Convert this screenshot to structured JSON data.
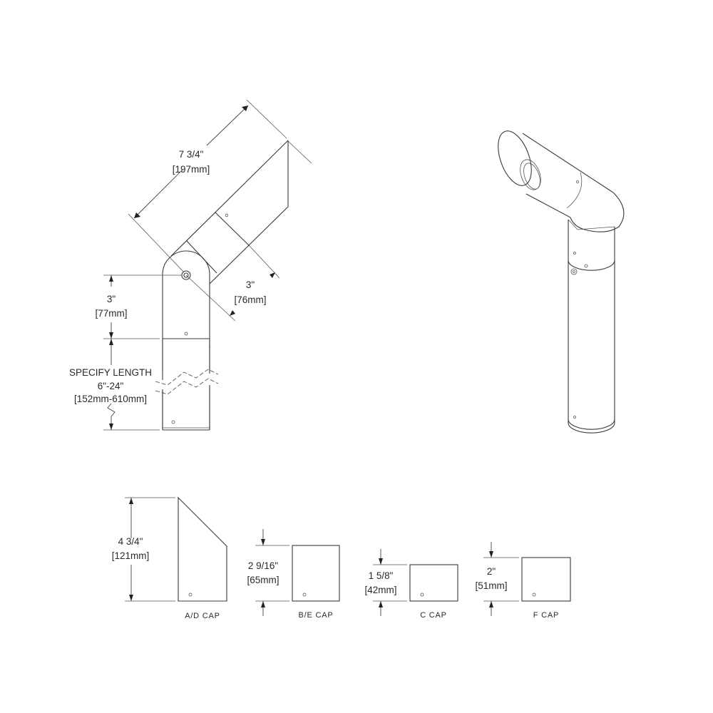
{
  "drawing": {
    "side_view": {
      "overall_length": {
        "imperial": "7 3/4\"",
        "metric": "[197mm]"
      },
      "shroud_diameter": {
        "imperial": "3\"",
        "metric": "[76mm]"
      },
      "pivot_height": {
        "imperial": "3\"",
        "metric": "[77mm]"
      },
      "stem_length": {
        "label": "SPECIFY LENGTH",
        "imperial": "6\"-24\"",
        "metric": "[152mm-610mm]"
      }
    },
    "isometric_view": {
      "description": "3D isometric view of bullet-style directional fixture on post"
    },
    "caps": [
      {
        "name": "A/D CAP",
        "imperial": "4 3/4\"",
        "metric": "[121mm]"
      },
      {
        "name": "B/E CAP",
        "imperial": "2 9/16\"",
        "metric": "[65mm]"
      },
      {
        "name": "C CAP",
        "imperial": "1 5/8\"",
        "metric": "[42mm]"
      },
      {
        "name": "F CAP",
        "imperial": "2\"",
        "metric": "[51mm]"
      }
    ]
  },
  "colors": {
    "line": "#3a3a3a",
    "background": "#ffffff"
  }
}
